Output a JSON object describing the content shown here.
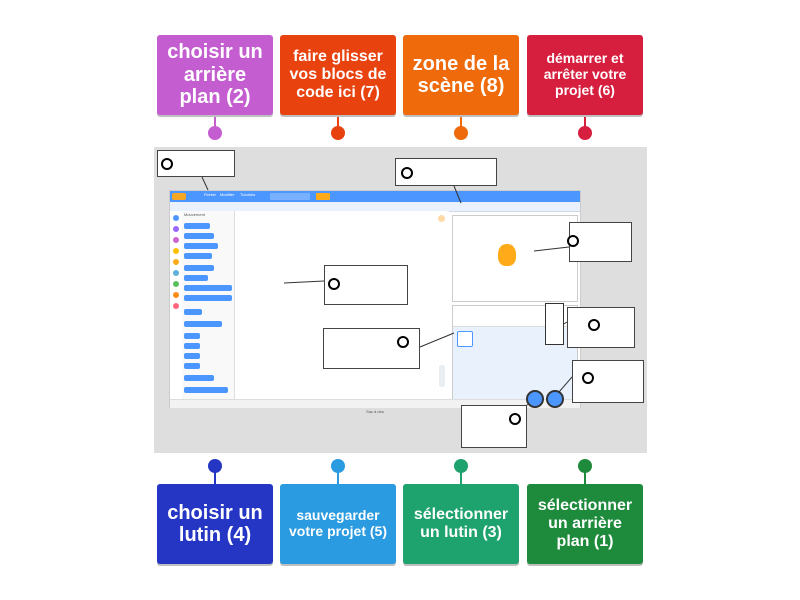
{
  "tiles_top": [
    {
      "label": "choisir un arrière plan (2)",
      "color": "#c45ed0"
    },
    {
      "label": "faire glisser vos blocs de code ici (7)",
      "color": "#e8420f"
    },
    {
      "label": "zone de la scène (8)",
      "color": "#ee6a0a"
    },
    {
      "label": "démarrer et arrêter votre projet (6)",
      "color": "#d61e3e"
    }
  ],
  "tiles_bottom": [
    {
      "label": "choisir un lutin (4)",
      "color": "#2536c4"
    },
    {
      "label": "sauvegarder votre projet (5)",
      "color": "#2a9be0"
    },
    {
      "label": "sélectionner un lutin (3)",
      "color": "#1fa36e"
    },
    {
      "label": "sélectionner un arrière plan (1)",
      "color": "#1e8a3c"
    }
  ],
  "screenshot": {
    "menu_items": [
      "Fichier",
      "Modifier",
      "Tutoriels"
    ],
    "blocks_category": "Mouvement",
    "bottom_label": "Sac à dos"
  }
}
